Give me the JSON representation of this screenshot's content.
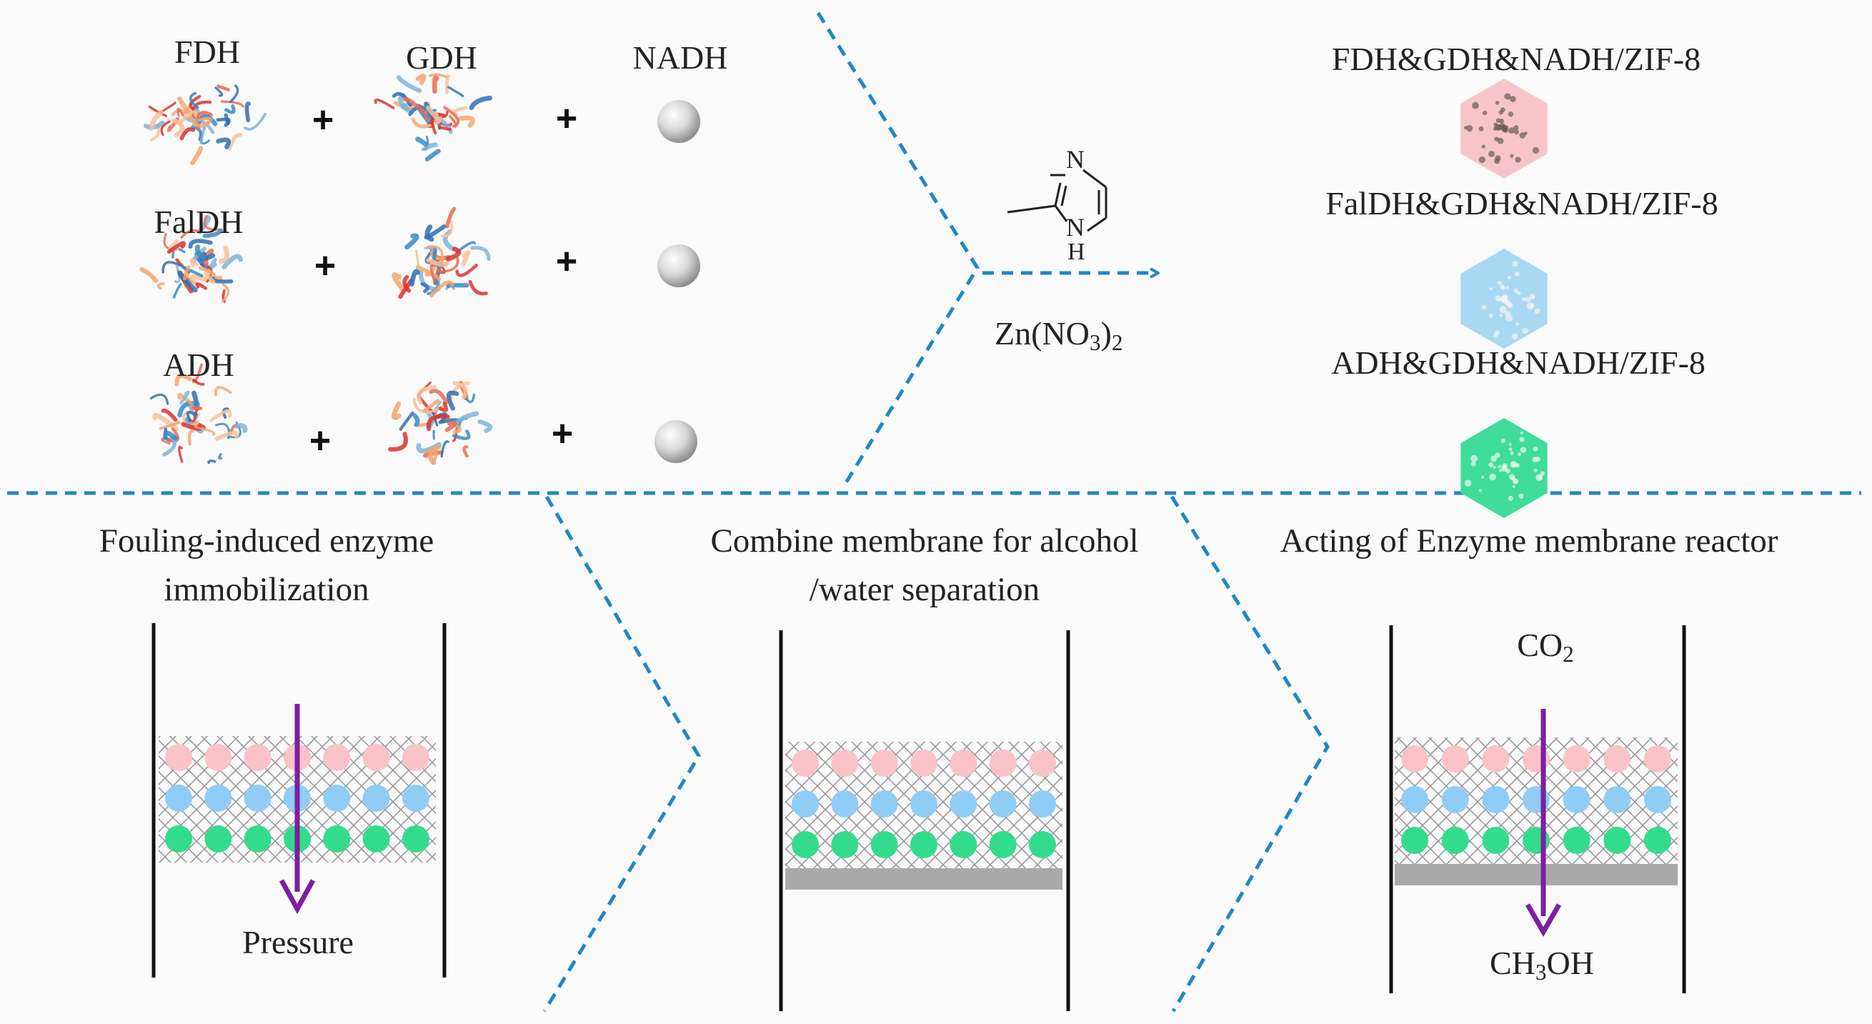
{
  "top": {
    "rows": [
      {
        "enzyme": "FDH",
        "cofactor_enzyme": "GDH",
        "cofactor": "NADH"
      },
      {
        "enzyme": "FalDH",
        "cofactor_enzyme": "",
        "cofactor": ""
      },
      {
        "enzyme": "ADH",
        "cofactor_enzyme": "",
        "cofactor": ""
      }
    ],
    "plus": "+",
    "reagent": {
      "metal_salt_pre": "Zn(NO",
      "metal_salt_sub1": "3",
      "metal_salt_mid": ")",
      "metal_salt_sub2": "2",
      "ring_n": "N",
      "ring_nh": "N",
      "ring_h": "H"
    },
    "products": [
      {
        "label": "FDH&GDH&NADH/ZIF-8",
        "color": "#f7c5c9"
      },
      {
        "label": "FalDH&GDH&NADH/ZIF-8",
        "color": "#a9d8f2"
      },
      {
        "label": "ADH&GDH&NADH/ZIF-8",
        "color": "#3fdc9a"
      }
    ]
  },
  "steps": [
    {
      "title_line1": "Fouling-induced enzyme",
      "title_line2": "immobilization",
      "arrow_label": "Pressure"
    },
    {
      "title_line1": "Combine membrane  for alcohol",
      "title_line2": "/water separation"
    },
    {
      "title_line1": "Acting of Enzyme membrane reactor",
      "top_pre": "CO",
      "top_sub": "2",
      "bottom_pre": "CH",
      "bottom_sub": "3",
      "bottom_post": "OH"
    }
  ],
  "colors": {
    "divider": "#1f86c8",
    "arrow": "#7b1fa2",
    "pink_dot": "#f9c3c8",
    "blue_dot": "#8fcdf6",
    "green_dot": "#33dc8c",
    "support_layer": "#a9a9a9"
  }
}
